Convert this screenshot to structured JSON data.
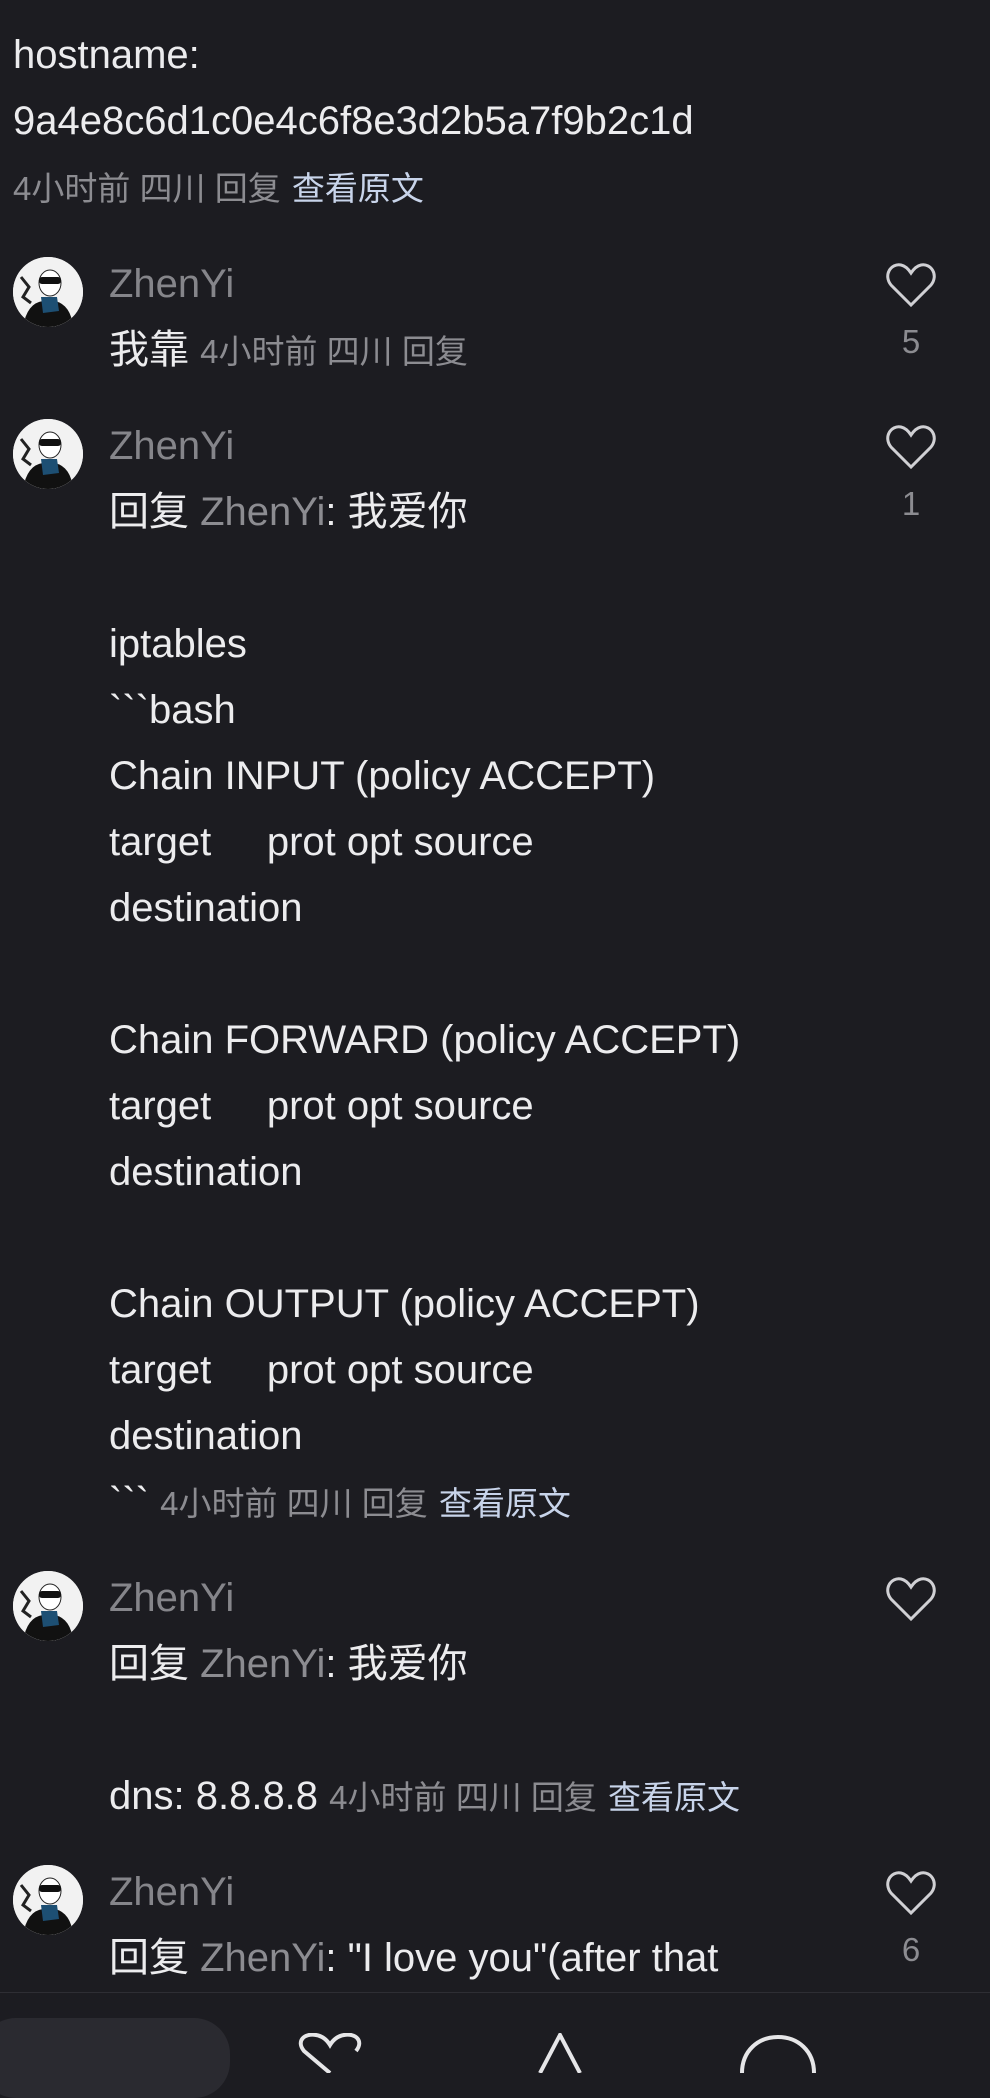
{
  "top": {
    "lines": [
      "hostname:",
      "9a4e8c6d1c0e4c6f8e3d2b5a7f9b2c1d"
    ],
    "meta": "4小时前 四川 回复",
    "view_original": "查看原文"
  },
  "comments": [
    {
      "user": "ZhenYi",
      "text": "我靠",
      "meta": "4小时前 四川 回复",
      "likes": "5"
    },
    {
      "user": "ZhenYi",
      "reply_prefix": "回复",
      "reply_to": "ZhenYi",
      "reply_text": ": 我爱你",
      "lines": [
        "",
        "iptables",
        "```bash",
        "Chain INPUT (policy ACCEPT)",
        "target     prot opt source",
        "destination",
        "",
        "Chain FORWARD (policy ACCEPT)",
        "target     prot opt source",
        "destination",
        "",
        "Chain OUTPUT (policy ACCEPT)",
        "target     prot opt source",
        "destination"
      ],
      "last_line": "```",
      "meta": "4小时前 四川 回复",
      "view_original": "查看原文",
      "likes": "1"
    },
    {
      "user": "ZhenYi",
      "reply_prefix": "回复",
      "reply_to": "ZhenYi",
      "reply_text": ": 我爱你",
      "last_line": "dns: 8.8.8.8",
      "meta": "4小时前 四川 回复",
      "view_original": "查看原文"
    },
    {
      "user": "ZhenYi",
      "reply_prefix": "回复",
      "reply_to": "ZhenYi",
      "reply_text": ": \"I love you\"(after that",
      "likes": "6"
    }
  ],
  "icons": {
    "like": "heart-icon",
    "bottom": [
      "heart-icon",
      "star-icon",
      "comment-icon"
    ]
  }
}
